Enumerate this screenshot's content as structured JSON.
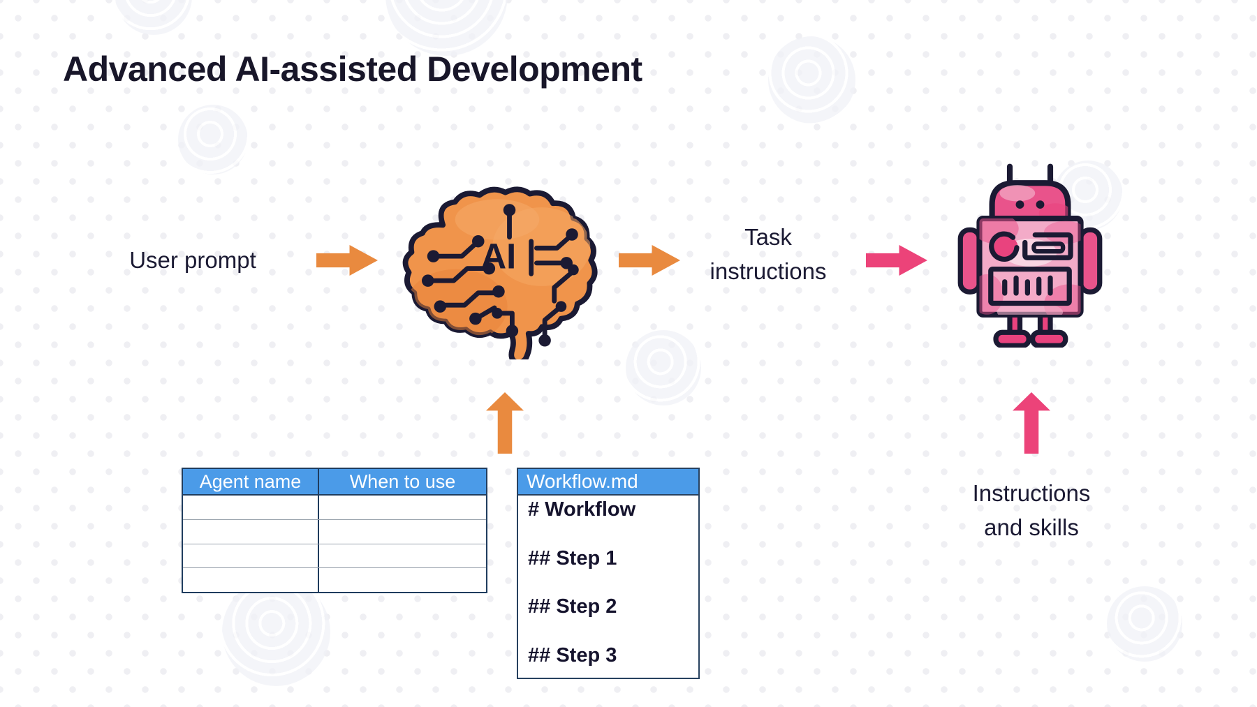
{
  "slide": {
    "title": "Advanced AI-assisted Development"
  },
  "flow": {
    "user_prompt_label": "User prompt",
    "task_instructions": {
      "line1": "Task",
      "line2": "instructions"
    },
    "instructions_skills": {
      "line1": "Instructions",
      "line2": "and skills"
    },
    "brain_ai_label": "AI"
  },
  "agents_table": {
    "headers": [
      "Agent name",
      "When to use"
    ],
    "rows": [
      [
        "",
        ""
      ],
      [
        "",
        ""
      ],
      [
        "",
        ""
      ],
      [
        "",
        ""
      ]
    ]
  },
  "workflow_card": {
    "filename": "Workflow.md",
    "lines": [
      "# Workflow",
      "## Step 1",
      "## Step 2",
      "## Step 3"
    ]
  },
  "colors": {
    "accent_orange": "#e98a3f",
    "accent_pink": "#ec4379",
    "header_blue": "#4b9be8",
    "ink": "#1b1a33"
  }
}
